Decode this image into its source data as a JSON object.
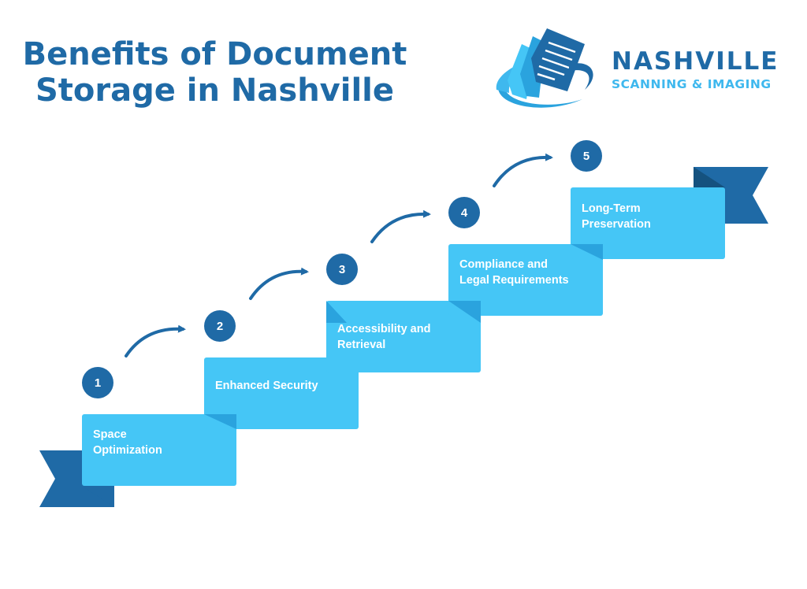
{
  "title": {
    "line1": "Benefits of Document",
    "line2": "Storage in Nashville"
  },
  "brand": {
    "name": "NASHVILLE",
    "tagline": "SCANNING & IMAGING"
  },
  "steps": [
    {
      "number": "1",
      "label": "Space Optimization"
    },
    {
      "number": "2",
      "label": "Enhanced Security"
    },
    {
      "number": "3",
      "label": "Accessibility and Retrieval"
    },
    {
      "number": "4",
      "label": "Compliance and Legal Requirements"
    },
    {
      "number": "5",
      "label": "Long-Term Preservation"
    }
  ],
  "colors": {
    "dark_blue": "#1f6aa6",
    "light_blue": "#45c6f6",
    "mid_blue": "#2aa3de"
  }
}
